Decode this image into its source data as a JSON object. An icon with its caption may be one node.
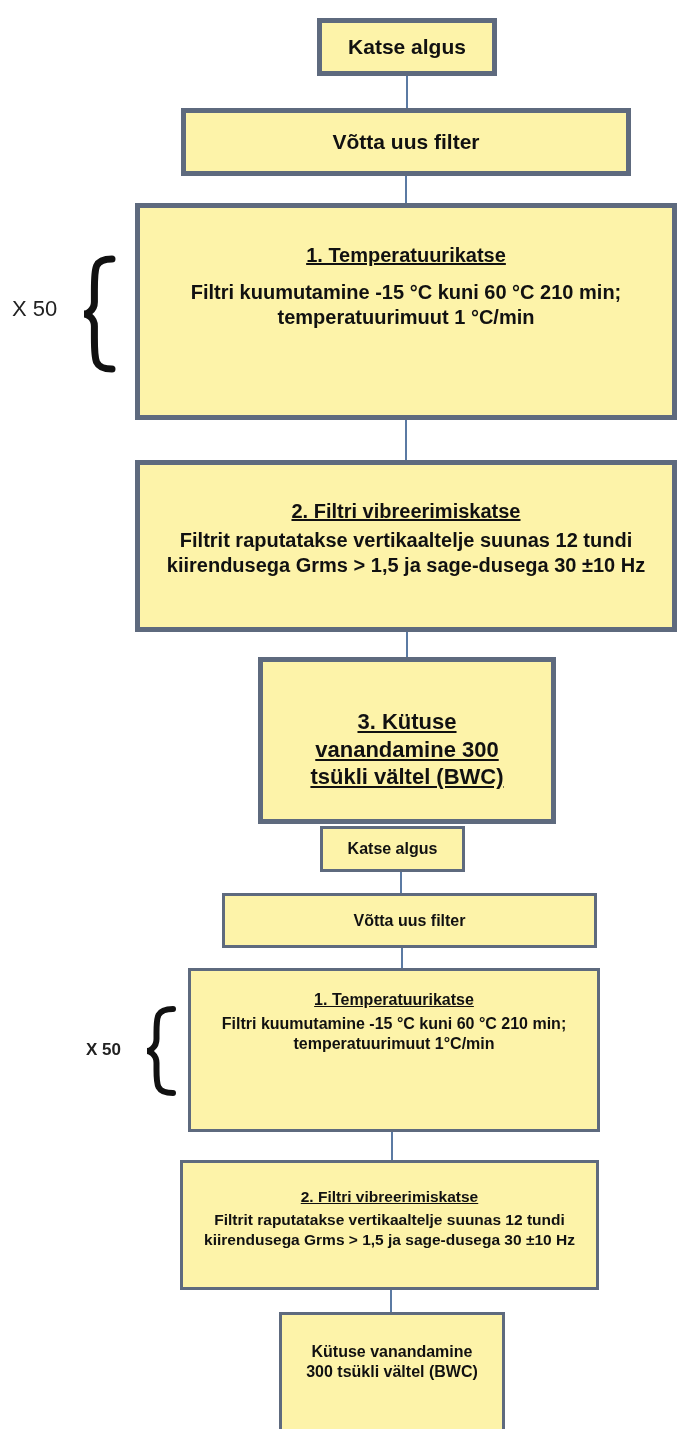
{
  "diagram": {
    "nodes": [
      {
        "text": [
          "Katse algus"
        ]
      },
      {
        "text": [
          "Võtta uus filter"
        ]
      },
      {
        "text": [
          "1. Temperatuurikatse",
          "Filtri kuumutamine -15 °C kuni 60 °C 210 min; temperatuurimuut 1 °C/min"
        ]
      },
      {
        "text": [
          "2. Filtri vibreerimiskatse",
          "Filtrit raputatakse vertikaaltelje suunas 12 tundi kiirendusega Grms > 1,5 ja sage-dusega 30 ±10 Hz"
        ]
      },
      {
        "text": [
          "3. Kütuse vanandamine 300 tsükli vältel (BWC)"
        ]
      },
      {
        "text": [
          "Katse algus"
        ]
      },
      {
        "text": [
          "Võtta uus filter"
        ]
      },
      {
        "text": [
          "1. Temperatuurikatse",
          "Filtri kuumutamine -15 °C kuni 60 °C 210 min; temperatuurimuut 1°C/min"
        ]
      },
      {
        "text": [
          "2. Filtri vibreerimiskatse",
          "Filtrit raputatakse vertikaaltelje suunas 12 tundi kiirendusega Grms > 1,5 ja sage-dusega 30 ±10 Hz"
        ]
      },
      {
        "text": [
          "Kütuse vanandamine 300 tsükli vältel (BWC)"
        ]
      }
    ],
    "edges": [
      {
        "from": 0,
        "to": 1,
        "arrow": "none"
      },
      {
        "from": 1,
        "to": 2,
        "arrow": "none"
      },
      {
        "from": 2,
        "to": 3,
        "arrow": "none"
      },
      {
        "from": 3,
        "to": 4,
        "arrow": "none"
      },
      {
        "from": 5,
        "to": 6,
        "arrow": "none"
      },
      {
        "from": 6,
        "to": 7,
        "arrow": "none"
      },
      {
        "from": 7,
        "to": 8,
        "arrow": "none"
      },
      {
        "from": 8,
        "to": 9,
        "arrow": "none"
      }
    ],
    "labels": [
      "X 50",
      "X 50"
    ]
  }
}
